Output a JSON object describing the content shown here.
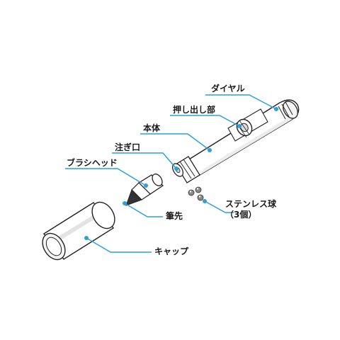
{
  "labels": {
    "dial": "ダイヤル",
    "push_part": "押し出し部",
    "body": "本体",
    "spout": "注ぎ口",
    "brush_head": "ブラシヘッド",
    "brush_tip": "筆先",
    "cap": "キャップ",
    "steel_balls_line1": "ステンレス球",
    "steel_balls_line2": "（3個）"
  },
  "colors": {
    "leader": "#2f9fd8",
    "outline": "#222222",
    "body_fill": "#ffffff",
    "shade": "#e6e6e6",
    "tip": "#333333",
    "ball": "#8a8a8a"
  }
}
